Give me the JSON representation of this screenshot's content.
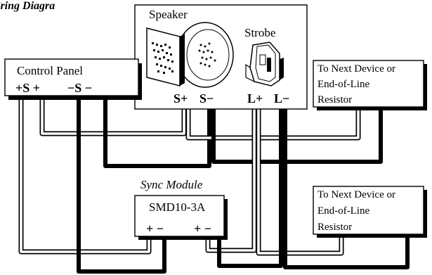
{
  "header_fragment": "iring Diagra",
  "device": {
    "speaker_label": "Speaker",
    "strobe_label": "Strobe",
    "terminals": [
      "S+",
      "S−",
      "L+",
      "L−"
    ]
  },
  "control_panel": {
    "title": "Control Panel",
    "terminals_left": "+S +",
    "terminals_right": "−S −"
  },
  "next_device_top": {
    "lines": [
      "To Next Device or",
      "End-of-Line",
      "Resistor"
    ]
  },
  "next_device_bottom": {
    "lines": [
      "To Next Device or",
      "End-of-Line",
      "Resistor"
    ]
  },
  "sync_module": {
    "caption": "Sync Module",
    "model": "SMD10-3A",
    "terminals_left": "+ −",
    "terminals_right": "+ −"
  }
}
